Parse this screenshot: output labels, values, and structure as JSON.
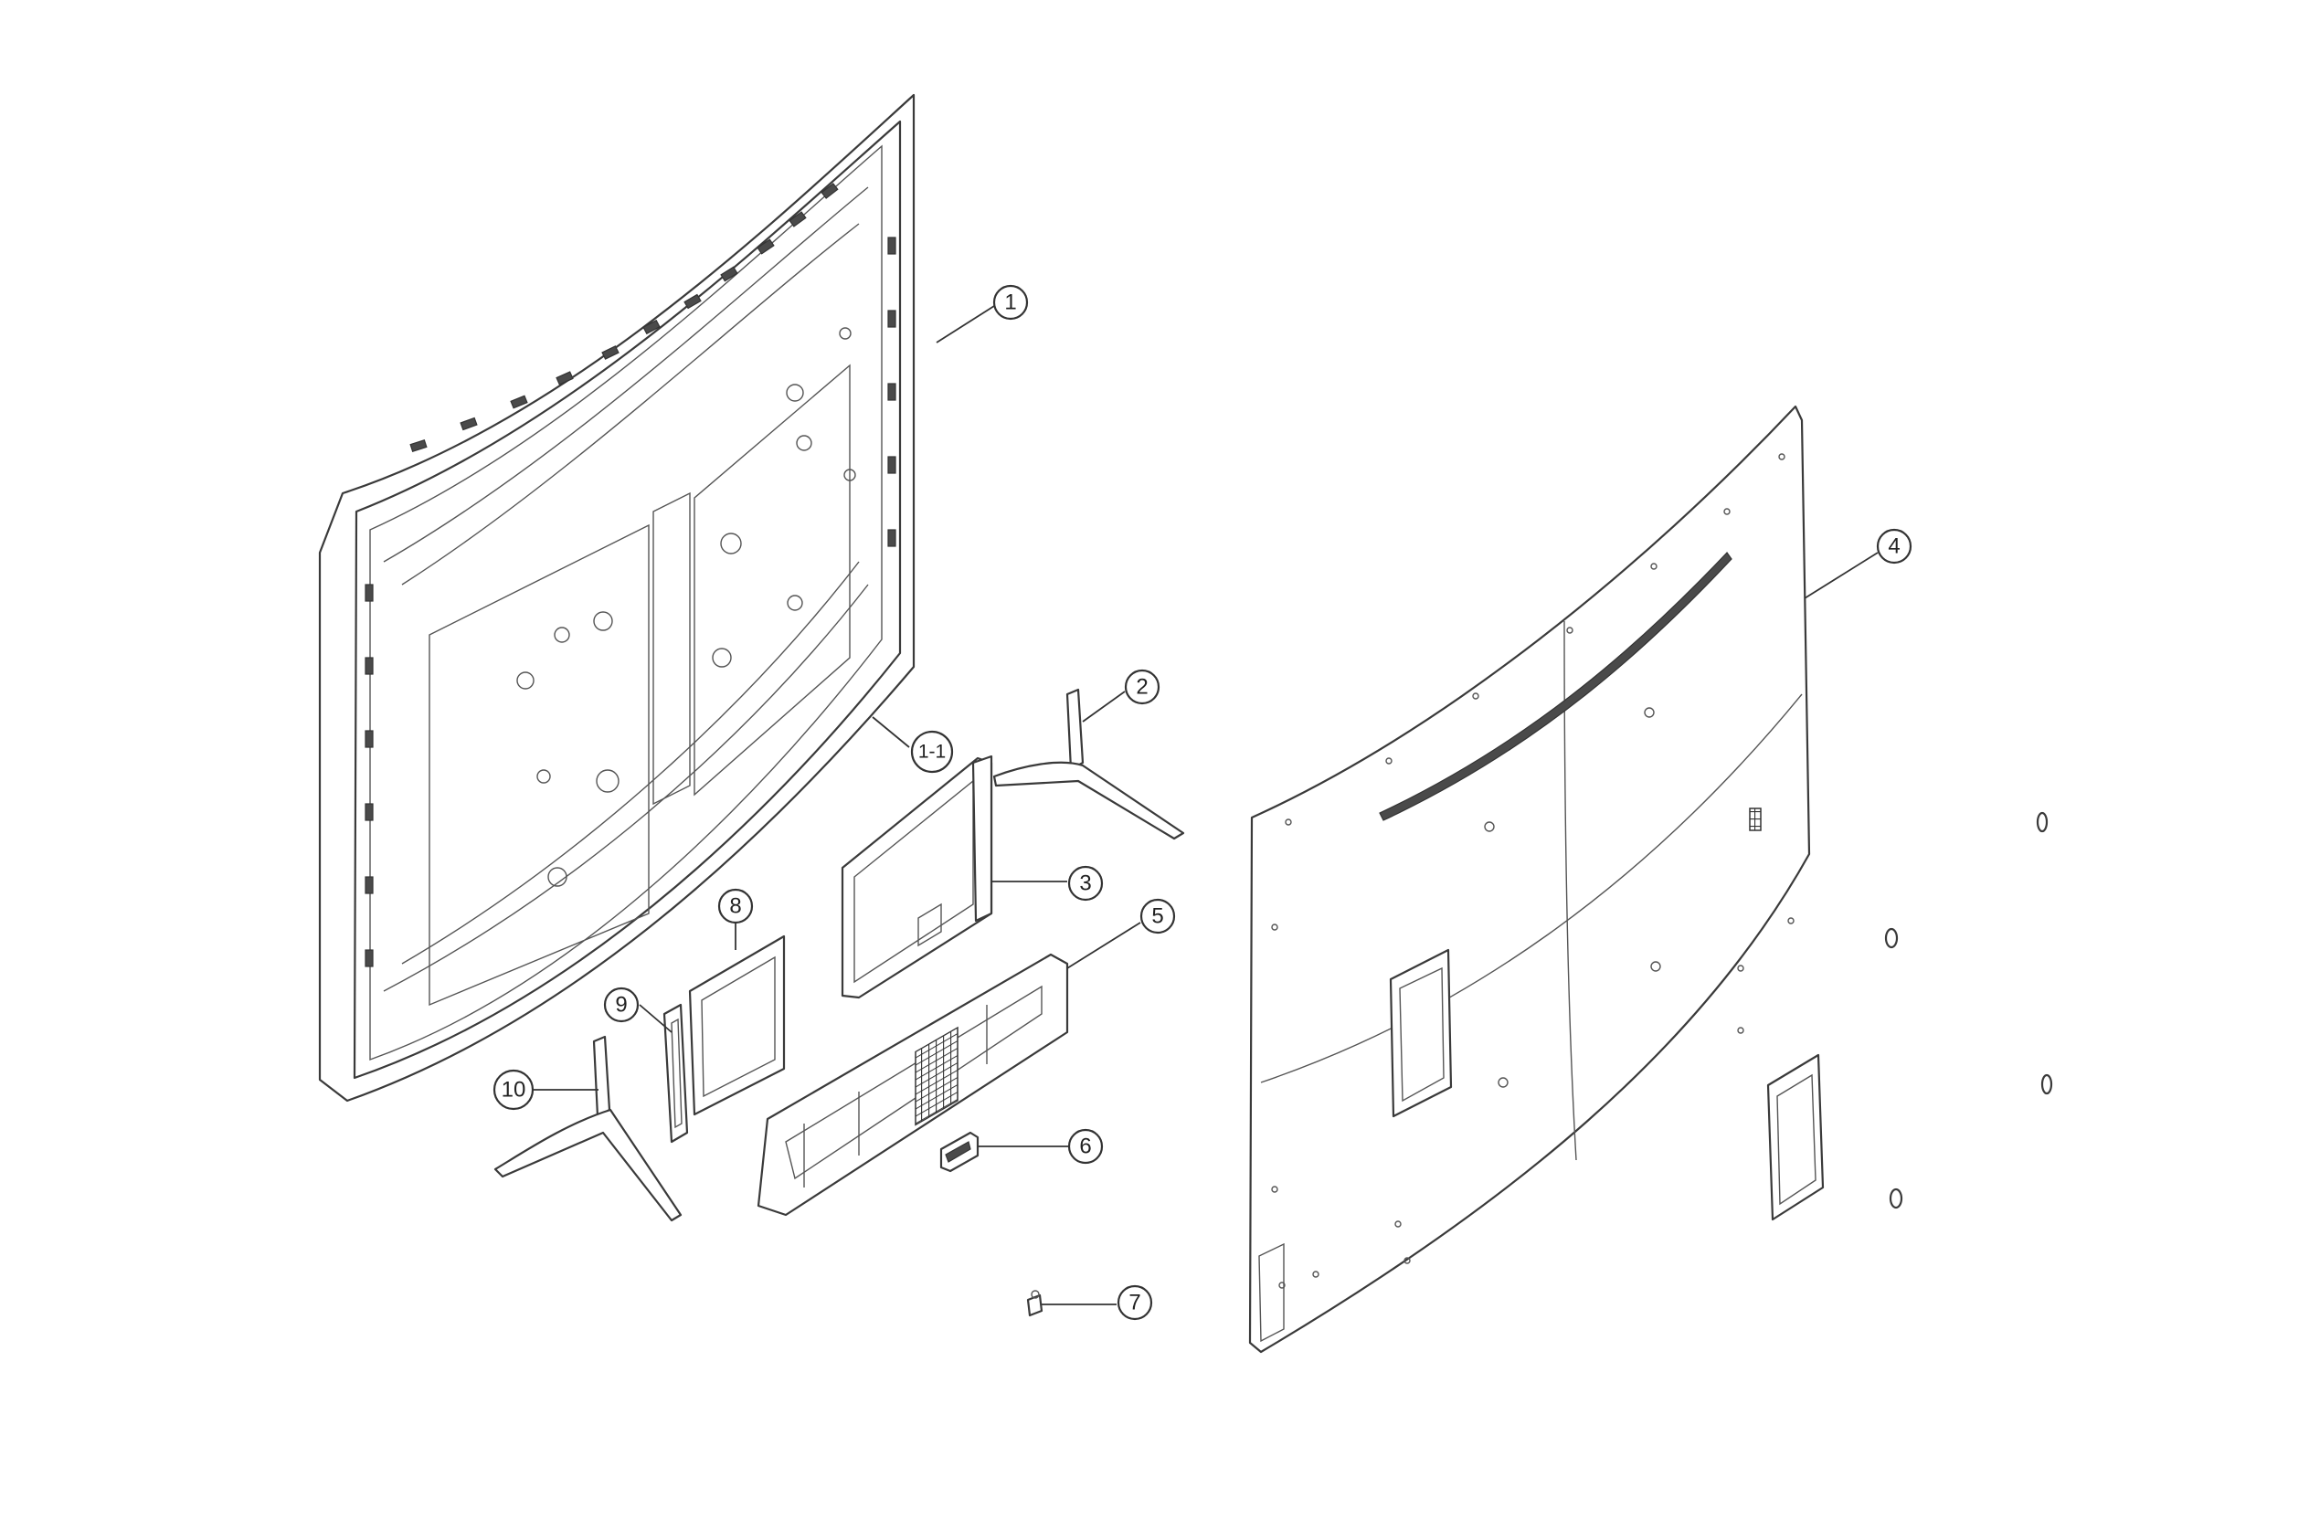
{
  "callouts": [
    {
      "id": "c1",
      "label": "1"
    },
    {
      "id": "c1-1",
      "label": "1-1"
    },
    {
      "id": "c2",
      "label": "2"
    },
    {
      "id": "c3",
      "label": "3"
    },
    {
      "id": "c4",
      "label": "4"
    },
    {
      "id": "c5",
      "label": "5"
    },
    {
      "id": "c6",
      "label": "6"
    },
    {
      "id": "c7",
      "label": "7"
    },
    {
      "id": "c8",
      "label": "8"
    },
    {
      "id": "c9",
      "label": "9"
    },
    {
      "id": "c10",
      "label": "10"
    }
  ],
  "colors": {
    "line": "#3a3a3a",
    "background": "#ffffff"
  }
}
